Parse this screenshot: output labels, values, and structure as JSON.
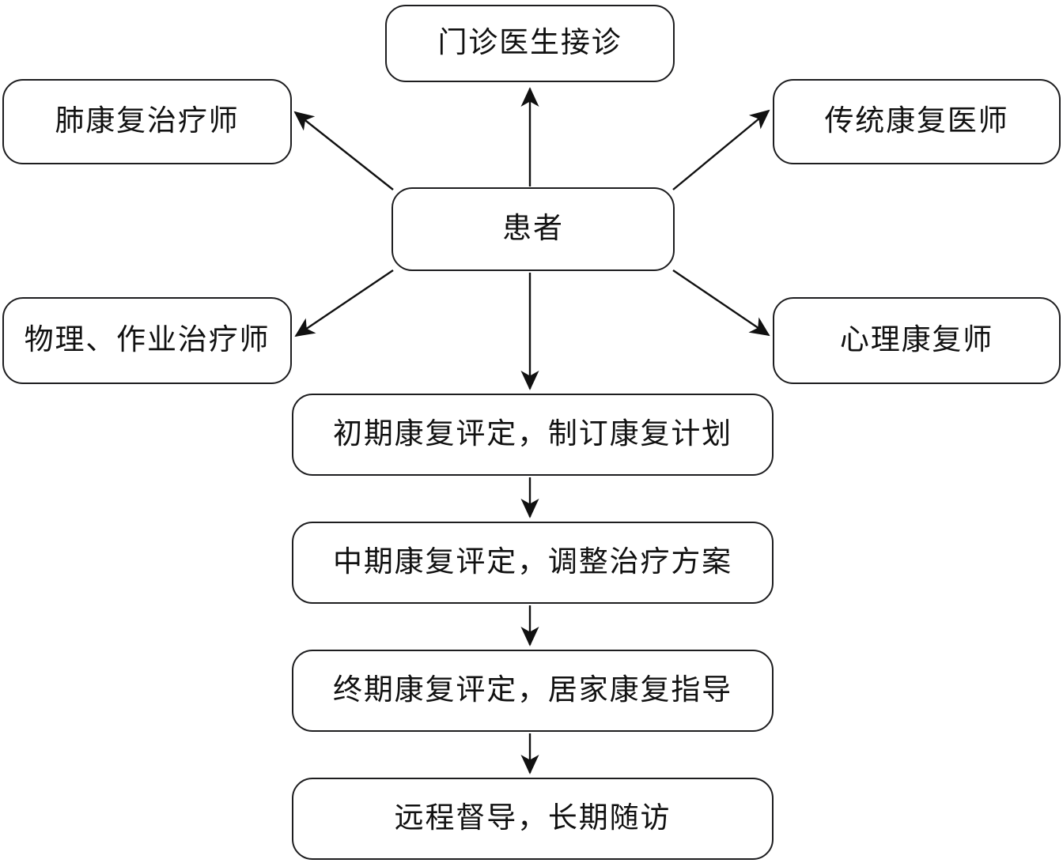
{
  "diagram": {
    "type": "flowchart",
    "title": "",
    "orientation": "top-down with radial branches",
    "line_color": "#1d1d1f",
    "box_fill": "#ffffff",
    "nodes": {
      "intake": {
        "label": "门诊医生接诊"
      },
      "pulmonary_therapist": {
        "label": "肺康复治疗师"
      },
      "traditional_physician": {
        "label": "传统康复医师"
      },
      "patient": {
        "label": "患者"
      },
      "pt_ot_therapist": {
        "label": "物理、作业治疗师"
      },
      "psych_therapist": {
        "label": "心理康复师"
      },
      "stage_initial": {
        "label": "初期康复评定，制订康复计划"
      },
      "stage_middle": {
        "label": "中期康复评定，调整治疗方案"
      },
      "stage_final": {
        "label": "终期康复评定，居家康复指导"
      },
      "stage_followup": {
        "label": "远程督导，长期随访"
      }
    },
    "edges": [
      {
        "from": "patient",
        "to": "intake",
        "style": "single-arrow",
        "direction": "up"
      },
      {
        "from": "patient",
        "to": "pulmonary_therapist",
        "style": "single-arrow",
        "direction": "up-left"
      },
      {
        "from": "patient",
        "to": "traditional_physician",
        "style": "single-arrow",
        "direction": "up-right"
      },
      {
        "from": "patient",
        "to": "pt_ot_therapist",
        "style": "single-arrow",
        "direction": "down-left"
      },
      {
        "from": "patient",
        "to": "psych_therapist",
        "style": "single-arrow",
        "direction": "down-right"
      },
      {
        "from": "patient",
        "to": "stage_initial",
        "style": "single-arrow",
        "direction": "down"
      },
      {
        "from": "stage_initial",
        "to": "stage_middle",
        "style": "single-arrow",
        "direction": "down"
      },
      {
        "from": "stage_middle",
        "to": "stage_final",
        "style": "single-arrow",
        "direction": "down"
      },
      {
        "from": "stage_final",
        "to": "stage_followup",
        "style": "single-arrow",
        "direction": "down"
      }
    ]
  }
}
